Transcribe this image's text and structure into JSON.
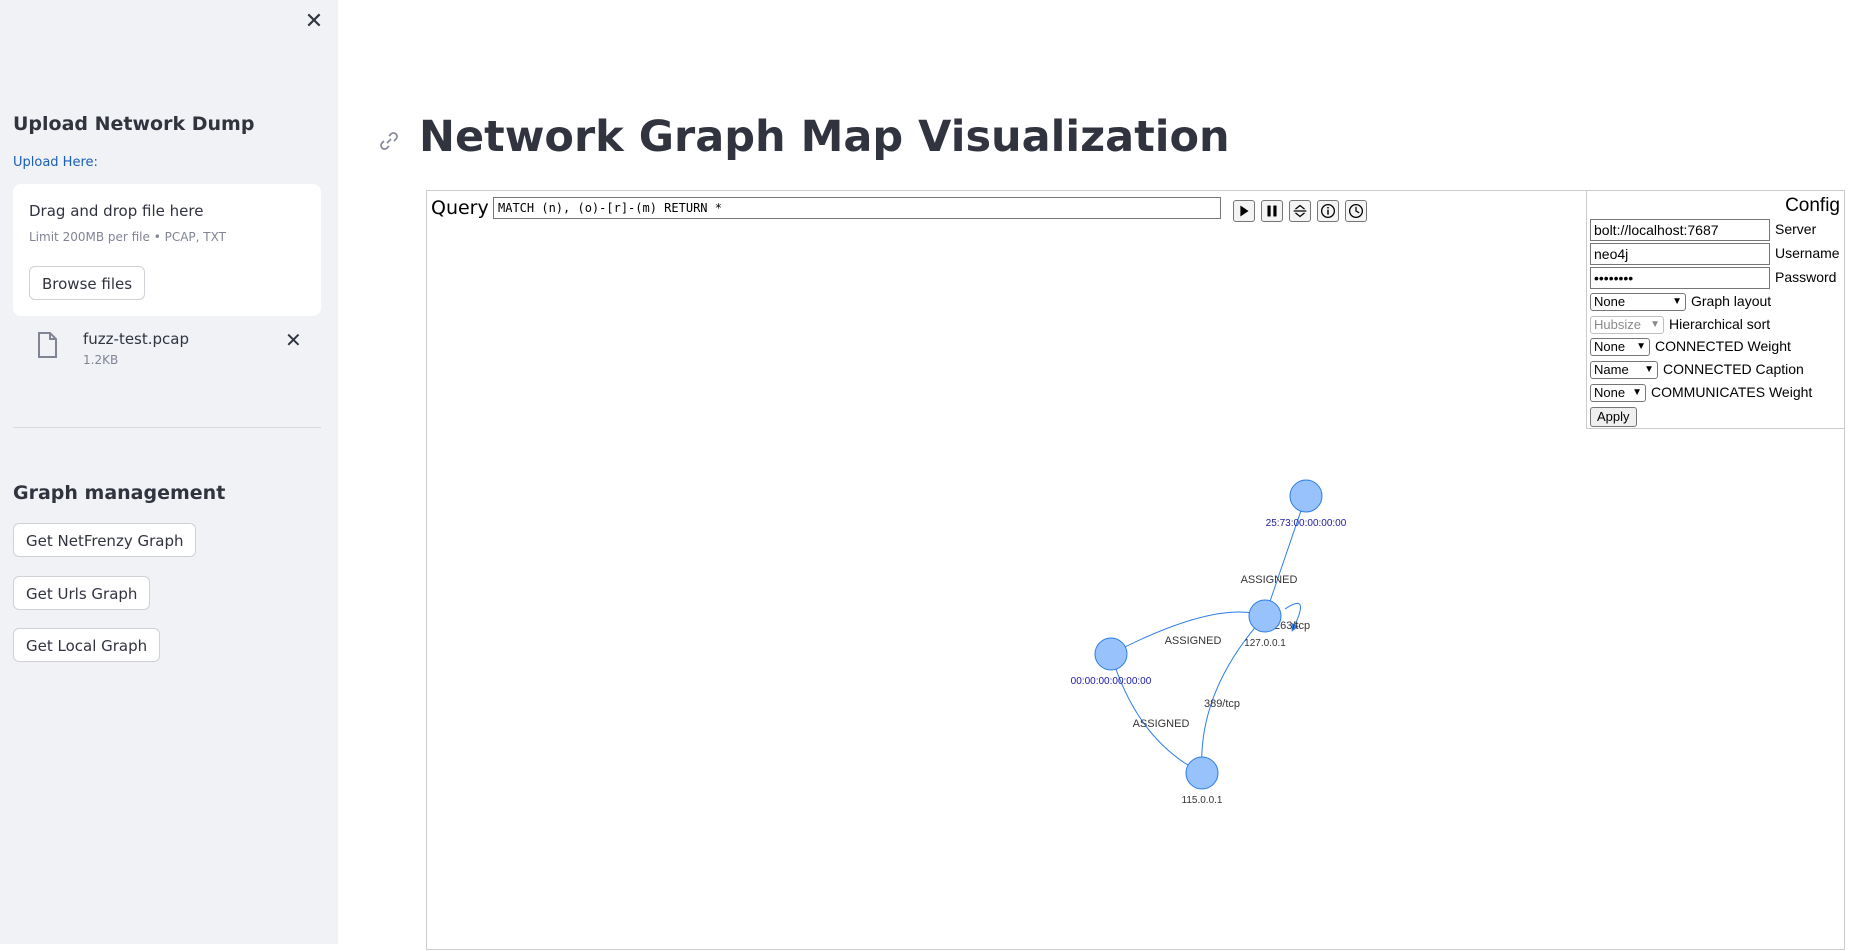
{
  "sidebar": {
    "upload_heading": "Upload Network Dump",
    "upload_label": "Upload Here:",
    "dropzone_title": "Drag and drop file here",
    "dropzone_limit": "Limit 200MB per file • PCAP, TXT",
    "browse_label": "Browse files",
    "file_name": "fuzz-test.pcap",
    "file_size": "1.2KB",
    "graph_heading": "Graph management",
    "buttons": [
      "Get NetFrenzy Graph",
      "Get Urls Graph",
      "Get Local Graph"
    ]
  },
  "main": {
    "title": "Network Graph Map Visualization",
    "query_label": "Query",
    "query_value": "MATCH (n), (o)-[r]-(m) RETURN *"
  },
  "config": {
    "title": "Config",
    "server_value": "bolt://localhost:7687",
    "server_label": "Server",
    "username_value": "neo4j",
    "username_label": "Username",
    "password_value": "••••••••",
    "password_label": "Password",
    "layout_value": "None",
    "layout_label": "Graph layout",
    "sort_value": "Hubsize",
    "sort_label": "Hierarchical sort",
    "connected_weight_value": "None",
    "connected_weight_label": "CONNECTED Weight",
    "connected_caption_value": "Name",
    "connected_caption_label": "CONNECTED Caption",
    "communicates_weight_value": "None",
    "communicates_weight_label": "COMMUNICATES Weight",
    "apply_label": "Apply"
  },
  "graph": {
    "nodes": [
      {
        "id": "mac1",
        "label": "25:73:00:00:00:00"
      },
      {
        "id": "mac2",
        "label": "00:00:00:00:00:00"
      },
      {
        "id": "ip127",
        "label": "127.0.0.1"
      },
      {
        "id": "ip115",
        "label": "115.0.0.1"
      }
    ],
    "edges": [
      {
        "label": "ASSIGNED"
      },
      {
        "label": "ASSIGNED"
      },
      {
        "label": "ASSIGNED"
      },
      {
        "label": "389/tcp"
      },
      {
        "label": "1263/tcp"
      }
    ]
  },
  "colors": {
    "node_fill": "#97c2fc",
    "node_stroke": "#2b7ce9",
    "edge": "#2b7ce9",
    "mac_label": "#1a1aa6",
    "ip_label": "#343434"
  }
}
